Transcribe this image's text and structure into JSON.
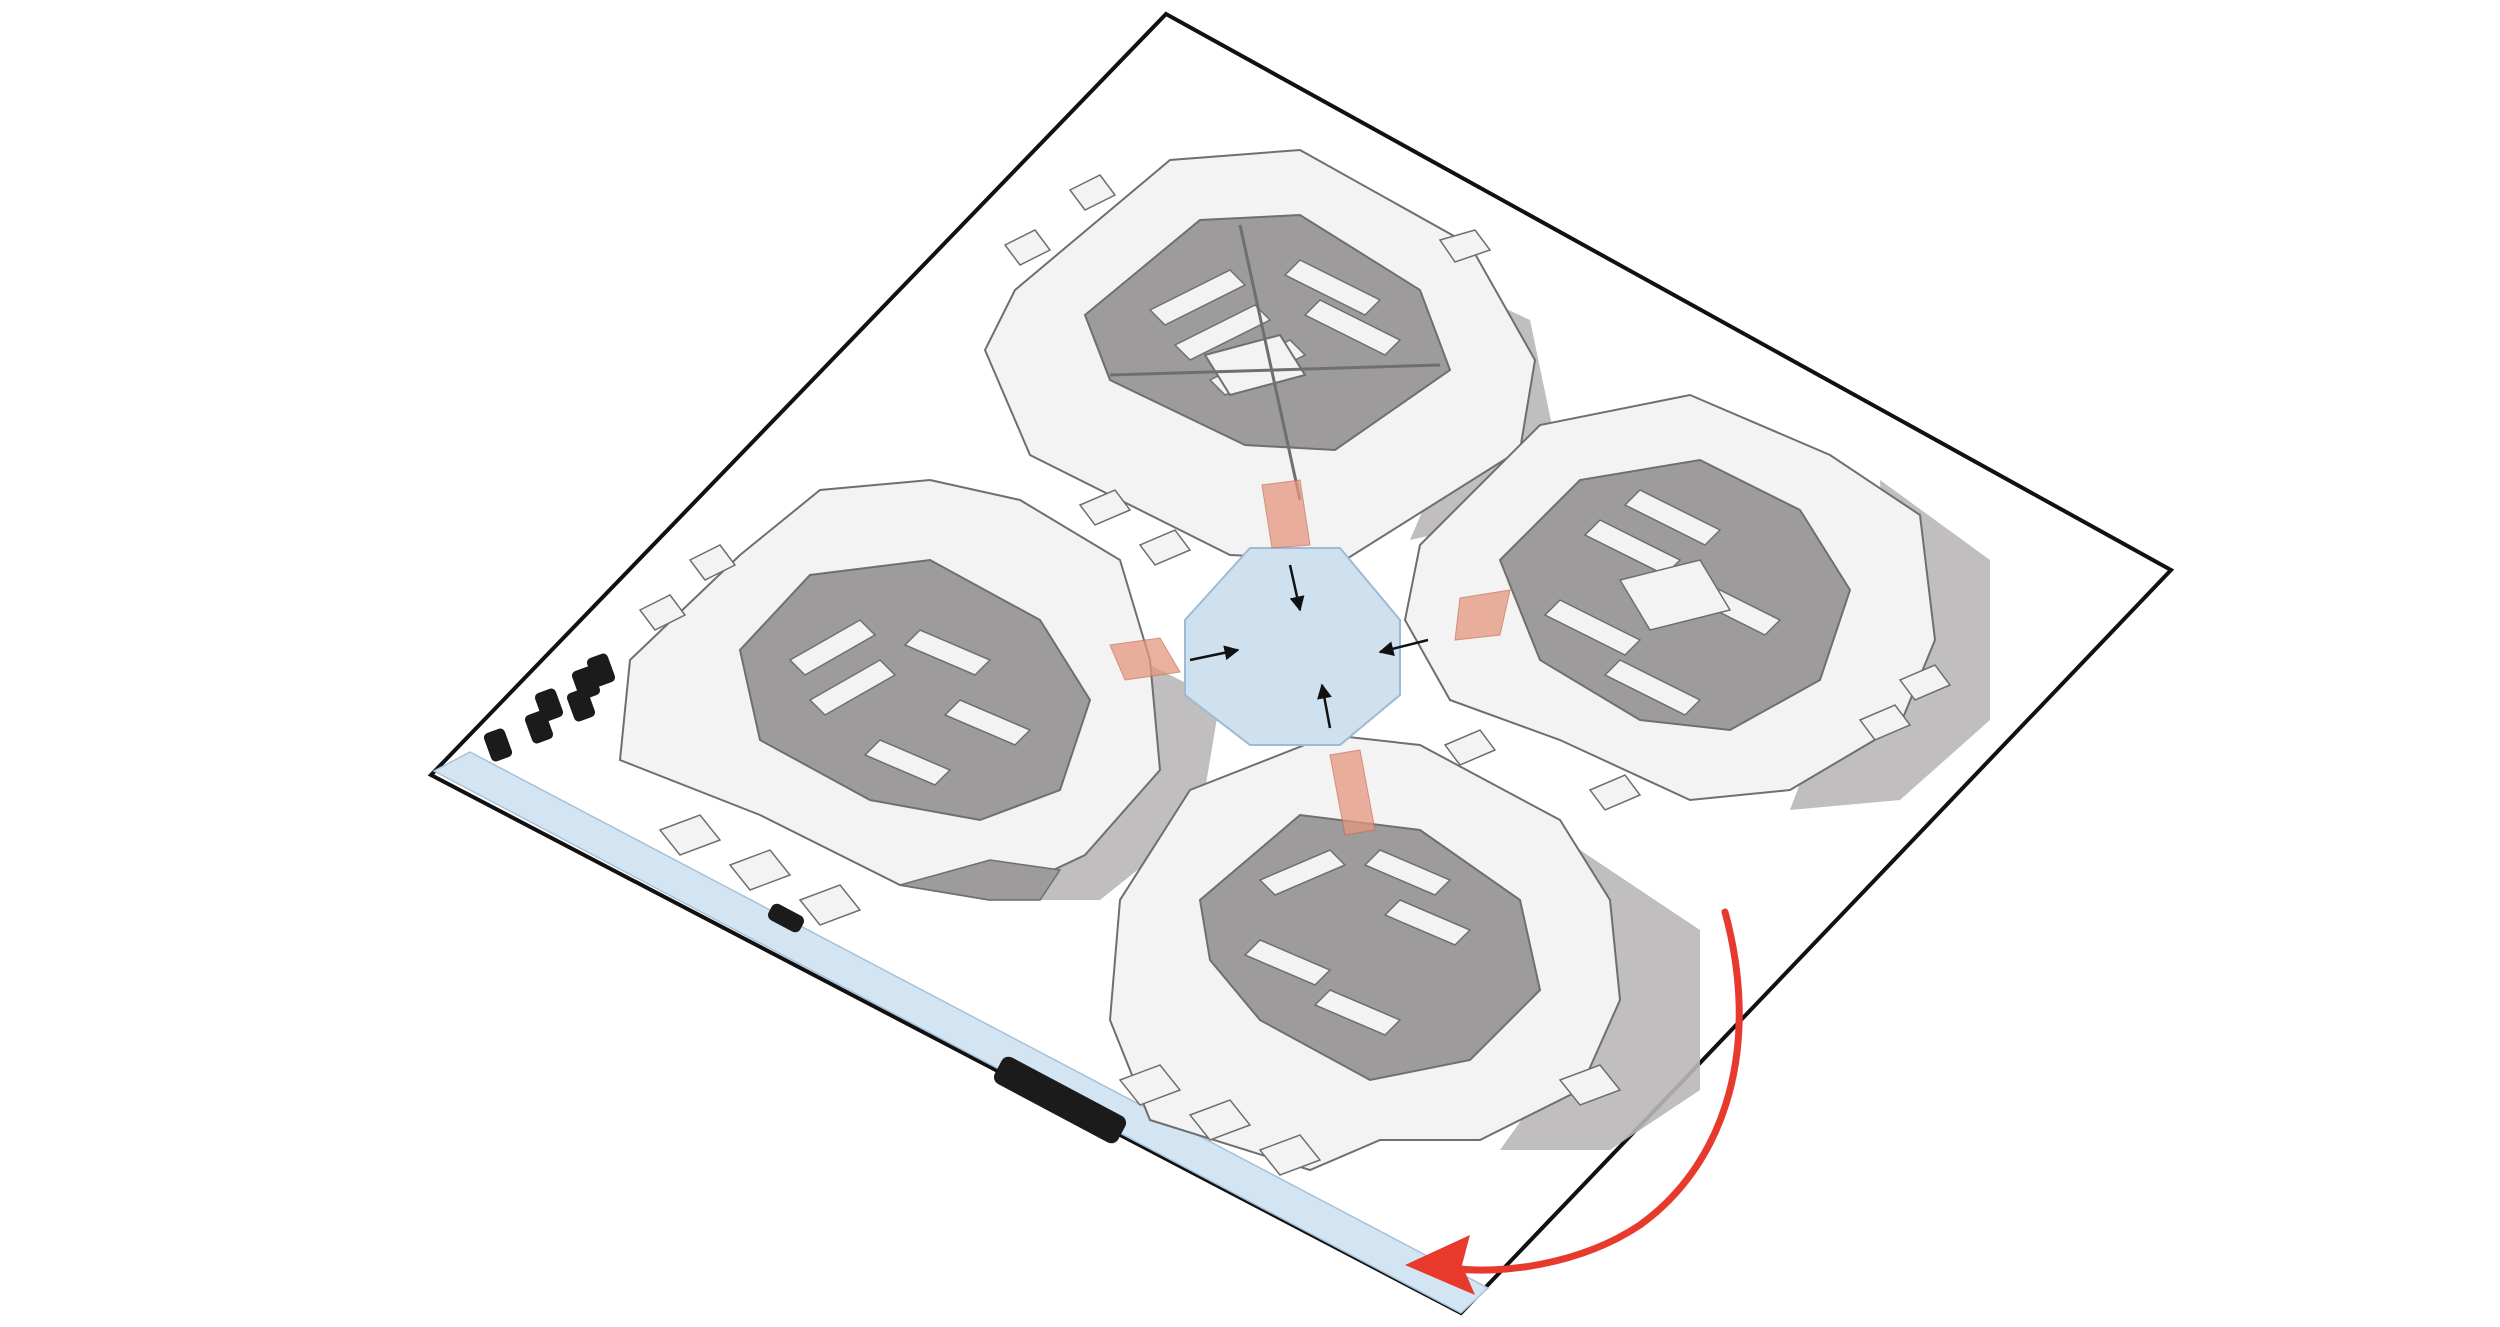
{
  "diagram": {
    "kind": "axonometric urban block diagram",
    "colors": {
      "background": "#ffffff",
      "site_outline": "#111111",
      "building_face": "#f4f3f3",
      "building_edge": "#6f6f6f",
      "courtyard_shadow": "#9d9b9b",
      "cast_shadow": "#b9b7b7",
      "plaza_fill": "#cfe0ef",
      "plaza_edge": "#9fbad3",
      "street_strip": "#d3e4f2",
      "entry_wedge": "#e4977e",
      "flow_arrow": "#111111",
      "rotation_arrow": "#e8392d",
      "vehicle": "#1b1b1b"
    },
    "icons": [
      "plaza-arrow-icon",
      "rotation-arrow-icon",
      "car-icon",
      "bus-icon"
    ],
    "blocks": [
      "north",
      "west",
      "east",
      "south"
    ],
    "entries": [
      "north",
      "west",
      "east",
      "south"
    ],
    "plaza_arrows": [
      "north",
      "west",
      "east",
      "south"
    ],
    "vehicles": [
      "car",
      "car",
      "car",
      "car",
      "car",
      "car",
      "car",
      "bus"
    ]
  }
}
